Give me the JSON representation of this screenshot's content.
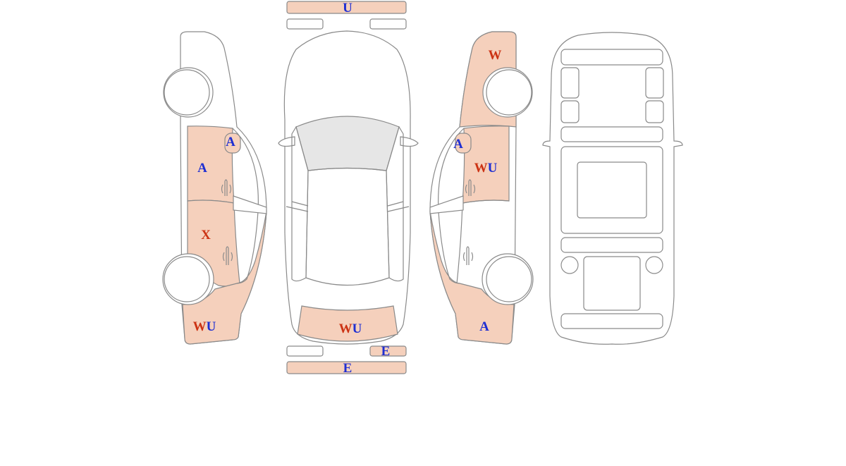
{
  "colors": {
    "damage_fill": "#f5d0bc",
    "outline": "#8a8a8a",
    "glass": "#e6e6e6",
    "code_W": "#cc3314",
    "code_X": "#cc3314",
    "code_U": "#1f2fd2",
    "code_A": "#1f2fd2",
    "code_E": "#1f2fd2"
  },
  "legend_note": "W/X shown in red, U/A/E shown in blue",
  "views": [
    "left-side",
    "top",
    "right-side",
    "underbody"
  ],
  "marks": {
    "front_bumper": [
      "U"
    ],
    "left_front_fender": [],
    "left_front_door": [
      "A"
    ],
    "left_front_door_handle": [
      "A"
    ],
    "left_rear_door": [
      "X"
    ],
    "left_rear_quarter": [
      "W",
      "U"
    ],
    "rear_hatch": [
      "W",
      "U"
    ],
    "rear_bumper": [
      "E"
    ],
    "rear_right_lamp": [
      "E"
    ],
    "right_front_fender": [
      "W"
    ],
    "right_front_door": [
      "W",
      "U"
    ],
    "right_front_door_handle": [
      "A"
    ],
    "right_rear_quarter": [
      "A"
    ]
  }
}
